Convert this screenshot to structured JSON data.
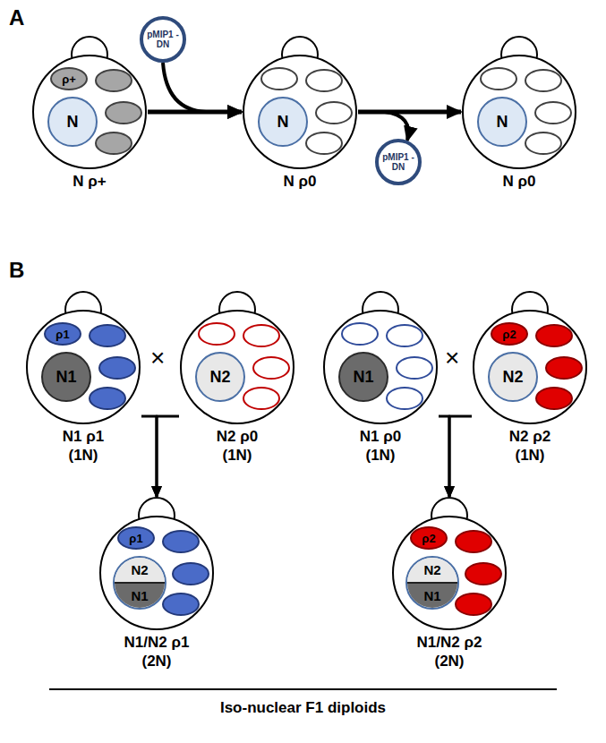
{
  "diagram": {
    "nodes": [
      {
        "text": [
          "N ρ+"
        ]
      },
      {
        "text": [
          "N"
        ],
        "in": 0
      },
      {
        "text": [
          "ρ+"
        ],
        "in": 0
      },
      {
        "text": [
          "pMIP1 -DN"
        ]
      },
      {
        "text": [
          "N ρ0"
        ]
      },
      {
        "text": [
          "N"
        ],
        "in": 4
      },
      {
        "text": [
          "N ρ0"
        ]
      },
      {
        "text": [
          "N"
        ],
        "in": 6
      },
      {
        "text": [
          "pMIP1 -DN"
        ]
      },
      {
        "text": [
          "N1 ρ1 (1N)"
        ]
      },
      {
        "text": [
          "N1"
        ],
        "in": 9
      },
      {
        "text": [
          "ρ1"
        ],
        "in": 9
      },
      {
        "text": [
          "N2 ρ0 (1N)"
        ]
      },
      {
        "text": [
          "N2"
        ],
        "in": 12
      },
      {
        "text": [
          "N1 ρ0 (1N)"
        ]
      },
      {
        "text": [
          "N1"
        ],
        "in": 14
      },
      {
        "text": [
          "N2 ρ2 (1N)"
        ]
      },
      {
        "text": [
          "N2"
        ],
        "in": 16
      },
      {
        "text": [
          "ρ2"
        ],
        "in": 16
      },
      {
        "text": [
          "N1/N2 ρ1 (2N)"
        ]
      },
      {
        "text": [
          "N2",
          "N1"
        ],
        "in": 19
      },
      {
        "text": [
          "ρ1"
        ],
        "in": 19
      },
      {
        "text": [
          "N1/N2 ρ2 (2N)"
        ]
      },
      {
        "text": [
          "N2",
          "N1"
        ],
        "in": 22
      },
      {
        "text": [
          "ρ2"
        ],
        "in": 22
      }
    ],
    "edges": [
      {
        "from": 0,
        "to": 4,
        "arrow": "to"
      },
      {
        "from": 3,
        "to": 4,
        "arrow": "to"
      },
      {
        "from": 4,
        "to": 6,
        "arrow": "to"
      },
      {
        "from": 4,
        "to": 8,
        "arrow": "to"
      },
      {
        "from": 9,
        "to": 19,
        "arrow": "to"
      },
      {
        "from": 12,
        "to": 19,
        "arrow": "to"
      },
      {
        "from": 14,
        "to": 22,
        "arrow": "to"
      },
      {
        "from": 16,
        "to": 22,
        "arrow": "to"
      }
    ],
    "labels": [
      "A",
      "B",
      "×",
      "×",
      "Iso-nuclear F1 diploids"
    ]
  }
}
